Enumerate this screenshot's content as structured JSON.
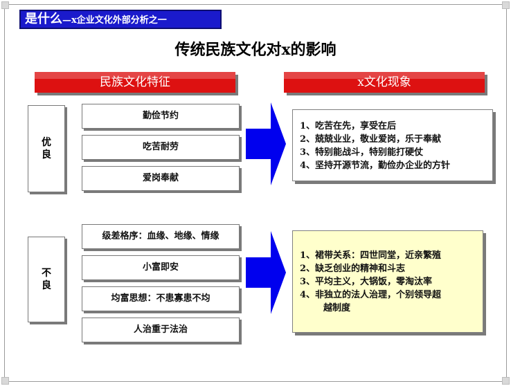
{
  "banner": {
    "title_big": "是什么",
    "title_small": "—x企业文化外部分析之一"
  },
  "main_title": "传统民族文化对x的影响",
  "left_header": "民族文化特征",
  "right_header": "x文化现象",
  "good": {
    "label": "优良",
    "items": [
      "勤俭节约",
      "吃苦耐劳",
      "爱岗奉献"
    ],
    "effects": [
      "1、吃苦在先，享受在后",
      "2、兢兢业业，敬业爱岗，乐于奉献",
      "3、特别能战斗，特别能打硬仗",
      "4、坚持开源节流，勤俭办企业的方针"
    ]
  },
  "bad": {
    "label": "不良",
    "items": [
      "级差格序：血缘、地缘、情缘",
      "小富即安",
      "均富思想：不患寡患不均",
      "人治重于法治"
    ],
    "effects": [
      "1、裙带关系：四世同堂，近亲繁殖",
      "2、缺乏创业的精神和斗志",
      "3、平均主义，大锅饭，零淘汰率",
      "4、非独立的法人治理，个别领导超",
      "越制度"
    ]
  },
  "colors": {
    "banner": "#1a1acc",
    "header_red": "#dd1111",
    "arrow_blue": "#0000ee",
    "panel_yellow": "#ffffcc"
  }
}
